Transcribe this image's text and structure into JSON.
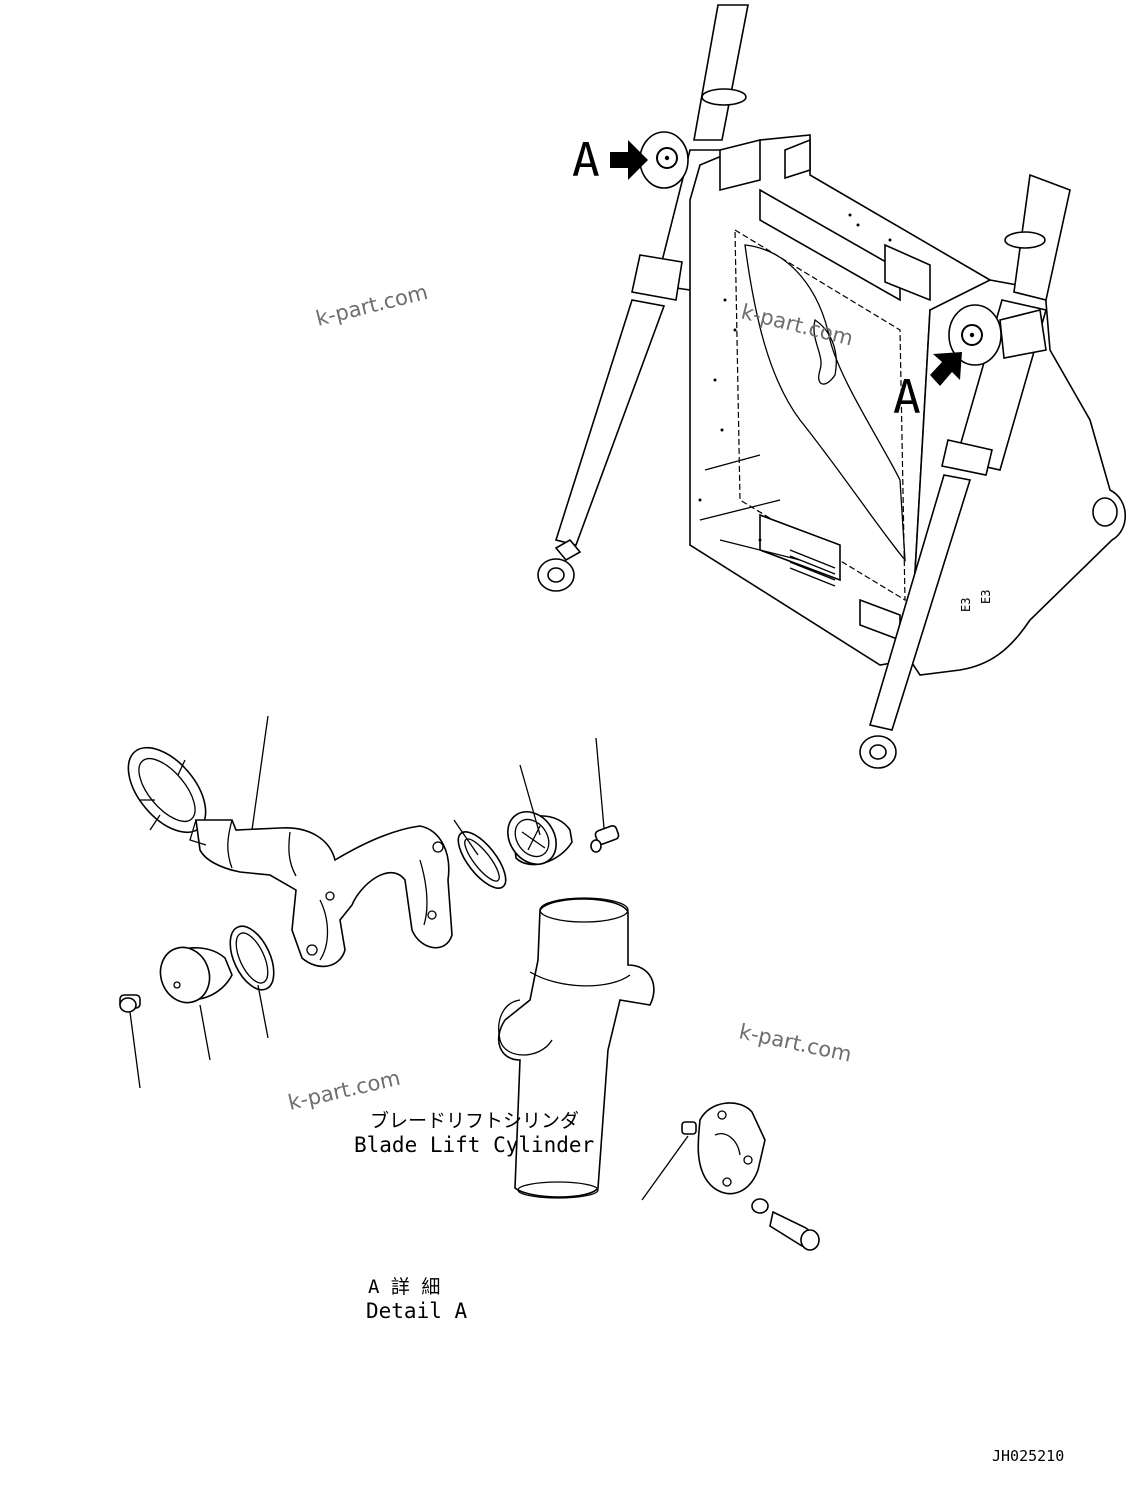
{
  "callouts": {
    "top_a": "A",
    "right_a": "A"
  },
  "labels": {
    "cylinder_jp": "ブレードリフトシリンダ",
    "cylinder_en": "Blade Lift Cylinder",
    "detail_jp": "A 詳 細",
    "detail_en": "Detail A",
    "drawing_no": "JH025210"
  },
  "watermarks": {
    "w1": "k-part.com",
    "w2": "k-part.com",
    "w3": "k-part.com",
    "w4": "k-part.com"
  }
}
